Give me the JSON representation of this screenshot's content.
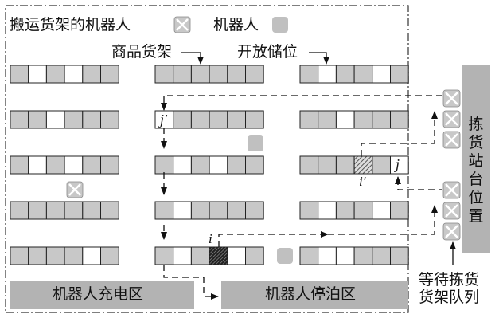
{
  "legend": {
    "robot_with_shelf": "搬运货架的机器人",
    "robot": "机器人"
  },
  "labels": {
    "goods_shelf": "商品货架",
    "open_slot": "开放储位",
    "picking_station": "拣货站台位置",
    "waiting_queue_line1": "等待拣货",
    "waiting_queue_line2": "货架队列",
    "charging_zone": "机器人充电区",
    "parking_zone": "机器人停泊区"
  },
  "markers": {
    "i": "i",
    "i_prime": "i′",
    "j": "j",
    "j_prime": "j′"
  },
  "colors": {
    "shelf_cell": "#c8c8c8",
    "open_cell": "#ffffff",
    "station_gray": "#b3b3b3",
    "robot_gray": "#c0c0c0"
  },
  "icons": {
    "robot_with_shelf": "x-box-icon",
    "robot": "rounded-square-icon"
  }
}
